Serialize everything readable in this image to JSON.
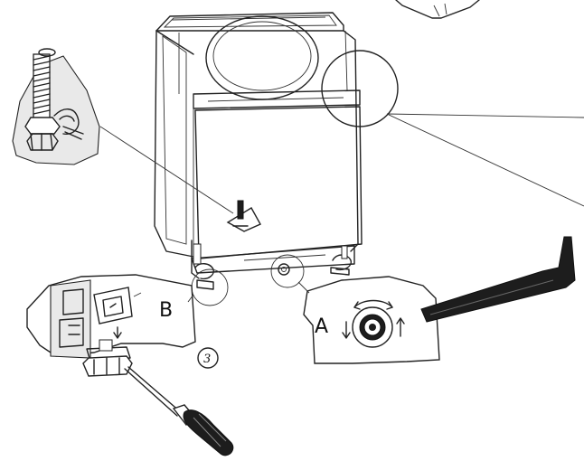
{
  "labels": {
    "callout_a": "A",
    "callout_b": "B",
    "step_number": "3"
  },
  "icons": [
    "adjustable-foot-icon",
    "allen-key-icon",
    "screwdriver-icon",
    "rotation-arrows-icon"
  ],
  "colors": {
    "ink": "#222222",
    "paper": "#ffffff",
    "shade": "#e9e9e9",
    "handle": "#1d1d1d"
  }
}
